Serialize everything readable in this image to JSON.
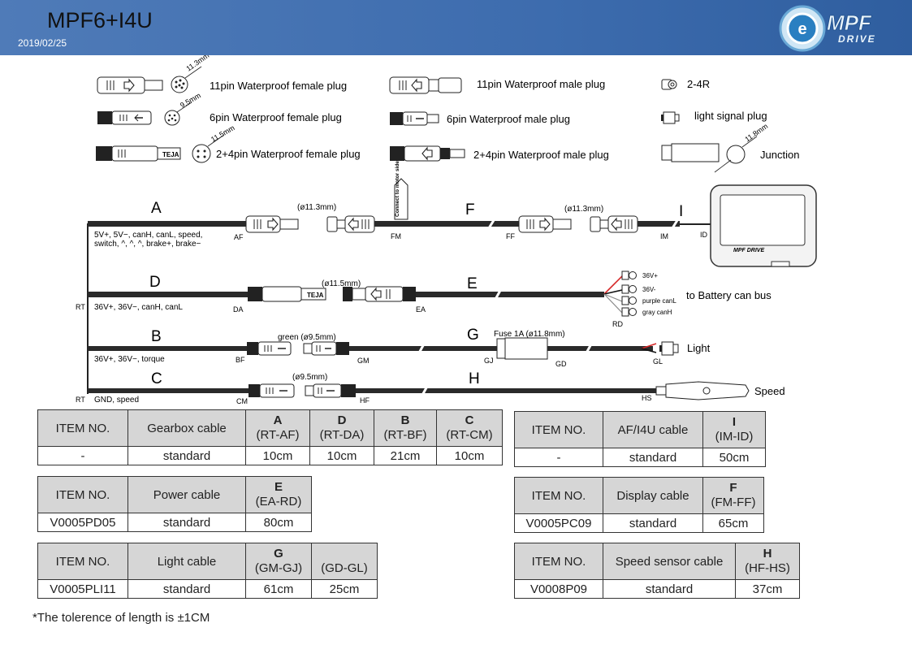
{
  "header": {
    "title": "MPF6+I4U",
    "date": "2019/02/25",
    "logo_top": "MPF",
    "logo_bottom": "DRIVE"
  },
  "legend": {
    "f11": "11pin Waterproof female plug",
    "m11": "11pin Waterproof male plug",
    "r24": "2-4R",
    "f6": "6pin Waterproof female plug",
    "m6": "6pin Waterproof male plug",
    "light": "light signal plug",
    "f24": "2+4pin Waterproof female plug",
    "m24": "2+4pin Waterproof male plug",
    "junction": "Junction",
    "d113": "11.3mm",
    "d95": "9.5mm",
    "d115": "11.5mm",
    "d118": "11.8mm"
  },
  "wiring": {
    "A": "A",
    "F": "F",
    "I": "I",
    "D": "D",
    "E": "E",
    "B": "B",
    "G": "G",
    "C": "C",
    "H": "H",
    "a_desc1": "5V+, 5V−, canH, canL, speed,",
    "a_desc2": "switch, ^, ^, ^, brake+, brake−",
    "d_desc": "36V+, 36V−, canH, canL",
    "b_desc": "36V+, 36V−, torque",
    "c_desc": "GND, speed",
    "AF": "AF",
    "FM": "FM",
    "FF": "FF",
    "IM": "IM",
    "ID": "ID",
    "RT1": "RT",
    "RT2": "RT",
    "DA": "DA",
    "EA": "EA",
    "RD": "RD",
    "BF": "BF",
    "GM": "GM",
    "GJ": "GJ",
    "GD": "GD",
    "GL": "GL",
    "CM": "CM",
    "HF": "HF",
    "HS": "HS",
    "af_size": "(ø11.3mm)",
    "ff_size": "(ø11.3mm)",
    "da_size": "(ø11.5mm)",
    "bf_size": "green (ø9.5mm)",
    "fuse": "Fuse 1A (ø11.8mm)",
    "cm_size": "(ø9.5mm)",
    "motor": "Connect to motor side",
    "bat36p": "36V+",
    "bat36m": "36V-",
    "purple": "purple canL",
    "gray": "gray canH",
    "battery": "to Battery can bus",
    "light": "Light",
    "speed": "Speed",
    "display_brand": "MPF DRIVE"
  },
  "tables": {
    "gearbox": {
      "item_no": "ITEM NO.",
      "name": "Gearbox cable",
      "cols": [
        {
          "code": "A",
          "range": "(RT-AF)"
        },
        {
          "code": "D",
          "range": "(RT-DA)"
        },
        {
          "code": "B",
          "range": "(RT-BF)"
        },
        {
          "code": "C",
          "range": "(RT-CM)"
        }
      ],
      "item": "-",
      "type": "standard",
      "values": [
        "10cm",
        "10cm",
        "21cm",
        "10cm"
      ]
    },
    "af": {
      "item_no": "ITEM NO.",
      "name": "AF/I4U cable",
      "code": "I",
      "range": "(IM-ID)",
      "item": "-",
      "type": "standard",
      "value": "50cm"
    },
    "power": {
      "item_no": "ITEM NO.",
      "name": "Power cable",
      "code": "E",
      "range": "(EA-RD)",
      "item": "V0005PD05",
      "type": "standard",
      "value": "80cm"
    },
    "display": {
      "item_no": "ITEM NO.",
      "name": "Display cable",
      "code": "F",
      "range": "(FM-FF)",
      "item": "V0005PC09",
      "type": "standard",
      "value": "65cm"
    },
    "light": {
      "item_no": "ITEM NO.",
      "name": "Light cable",
      "code": "G",
      "range": "(GM-GJ)",
      "range2": "(GD-GL)",
      "item": "V0005PLI11",
      "type": "standard",
      "values": [
        "61cm",
        "25cm"
      ]
    },
    "speed": {
      "item_no": "ITEM NO.",
      "name": "Speed sensor cable",
      "code": "H",
      "range": "(HF-HS)",
      "item": "V0008P09",
      "type": "standard",
      "value": "37cm"
    }
  },
  "note": "*The tolerence of length is ±1CM",
  "colors": {
    "header": "#3d6cae",
    "table_head": "#d6d6d6",
    "cable": "#2a2a2a"
  }
}
